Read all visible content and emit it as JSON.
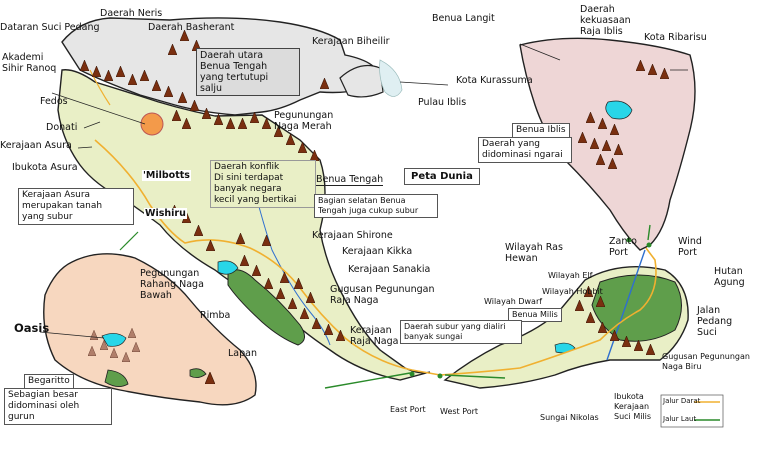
{
  "title": "Peta Dunia",
  "colors": {
    "sea": "#ffffff",
    "north_land": "#e6e6e6",
    "east_land": "#eed6d6",
    "west_land": "#e9efc6",
    "desert": "#f7d7bf",
    "forest": "#5f9e4b",
    "lake": "#28d6e8",
    "mountain": "#7a2f10",
    "sea_route": "#2a8a2a",
    "land_route": "#f0b030",
    "river": "#2f6fcf"
  },
  "regions": {
    "dataran_suci": "Dataran Suci Pedang",
    "neris": "Daerah Neris",
    "basherant": "Daerah Basherant",
    "akademi": "Akademi\nSihir Ranoq",
    "fedos": "Fedos",
    "donati": "Donati",
    "asura": "Kerajaan Asura",
    "ibukota_asura": "Ibukota Asura",
    "biheilir": "Kerajaan Biheilir",
    "pulau_iblis": "Pulau Iblis",
    "benua_langit": "Benua Langit",
    "kekuasaan_iblis": "Daerah\nkekuasaan\nRaja Iblis",
    "ribarisu": "Kota Ribarisu",
    "kurassuma": "Kota Kurassuma",
    "pegunungan_naga_merah": "Pegunungan\nNaga Merah",
    "milbotts": "'Milbotts",
    "wishiru": "Wishiru",
    "benua_tengah": "Benua Tengah",
    "shirone": "Kerajaan Shirone",
    "kikka": "Kerajaan Kikka",
    "sanakia": "Kerajaan Sanakia",
    "gugusan_raja_naga": "Gugusan Pegunungan\nRaja Naga",
    "rahang_naga": "Pegunungan\nRahang Naga\nBawah",
    "rimba": "Rimba",
    "oasis": "Oasis",
    "lapan": "Lapan",
    "kerajaan_raja_naga": "Kerajaan\nRaja Naga",
    "east_port": "East Port",
    "west_port": "West Port",
    "sungai_nikolas": "Sungai Nikolas",
    "ibukota_milis": "Ibukota\nKerajaan\nSuci Milis",
    "gugusan_naga_biru": "Gugusan Pegunungan\nNaga Biru",
    "wilayah_ras_hewan": "Wilayah Ras\nHewan",
    "zanto_port": "Zanto\nPort",
    "wind_port": "Wind\nPort",
    "hutan_agung": "Hutan\nAgung",
    "jalan_pedang_suci": "Jalan\nPedang\nSuci",
    "wilayah_elf": "Wilayah Elf",
    "wilayah_hobbit": "Wilayah Hobbit",
    "wilayah_dwarf": "Wilayah Dwarf",
    "benua_milis": "Benua Milis",
    "benua_iblis": "Benua Iblis",
    "begaritto": "Begaritto"
  },
  "notes": {
    "utara": "Daerah utara\nBenua Tengah\nyang tertutupi\nsalju",
    "konflik": "Daerah konflik\nDi sini terdapat\nbanyak negara\nkecil yang bertikai",
    "asura_subur": "Kerajaan Asura\nmerupakan tanah\nyang subur",
    "iblis_ngarai": "Daerah yang\ndidominasi ngarai",
    "selatan": "Bagian selatan Benua\nTengah juga cukup subur",
    "milis_subur": "Daerah subur yang dialiri\nbanyak sungai",
    "gurun": "Sebagian besar\ndidominasi oleh\ngurun"
  },
  "legend": {
    "land": "Jalur Darat",
    "sea": "Jalur Laut"
  }
}
